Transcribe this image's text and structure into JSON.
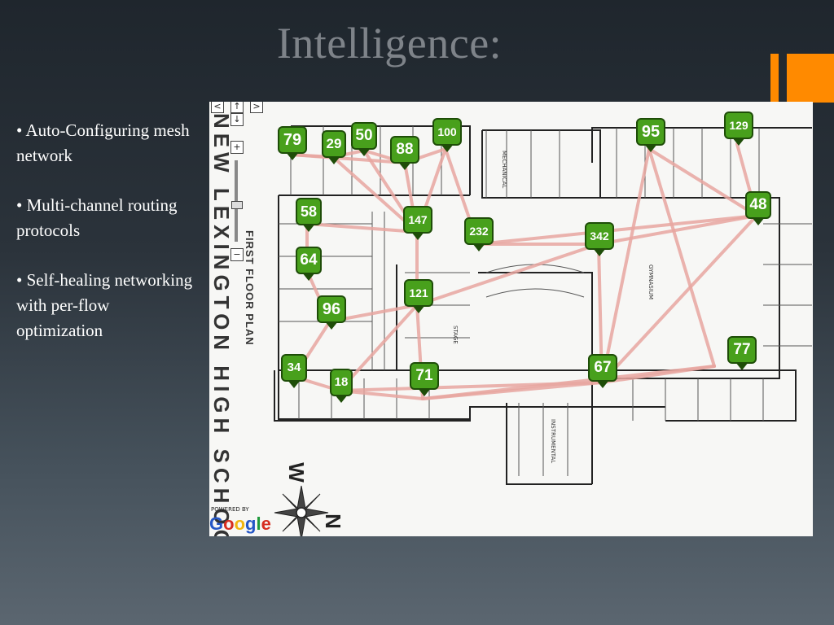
{
  "slide": {
    "title": "Intelligence:",
    "accent_color": "#ff8a00",
    "bullets": [
      "• Auto-Configuring mesh network",
      "• Multi-channel routing protocols",
      "• Self-healing networking with per-flow optimization"
    ]
  },
  "map": {
    "school_name": "NEW LEXINGTON HIGH SCHOOL",
    "floor_plan_label": "FIRST FLOOR PLAN",
    "powered_by": "POWERED BY",
    "google_logo": "Google",
    "compass": {
      "west": "W",
      "north": "N"
    },
    "zoom_controls": {
      "zoom_in": "+",
      "zoom_out": "−",
      "pan_up": "↑",
      "pan_down": "↓",
      "pan_left": "<",
      "pan_right": ">"
    },
    "link_color": "#e8a6a0",
    "node_color": "#48a01c",
    "nodes": [
      "79",
      "29",
      "50",
      "88",
      "100",
      "95",
      "129",
      "58",
      "147",
      "232",
      "342",
      "48",
      "64",
      "121",
      "96",
      "34",
      "18",
      "71",
      "67",
      "77"
    ]
  }
}
